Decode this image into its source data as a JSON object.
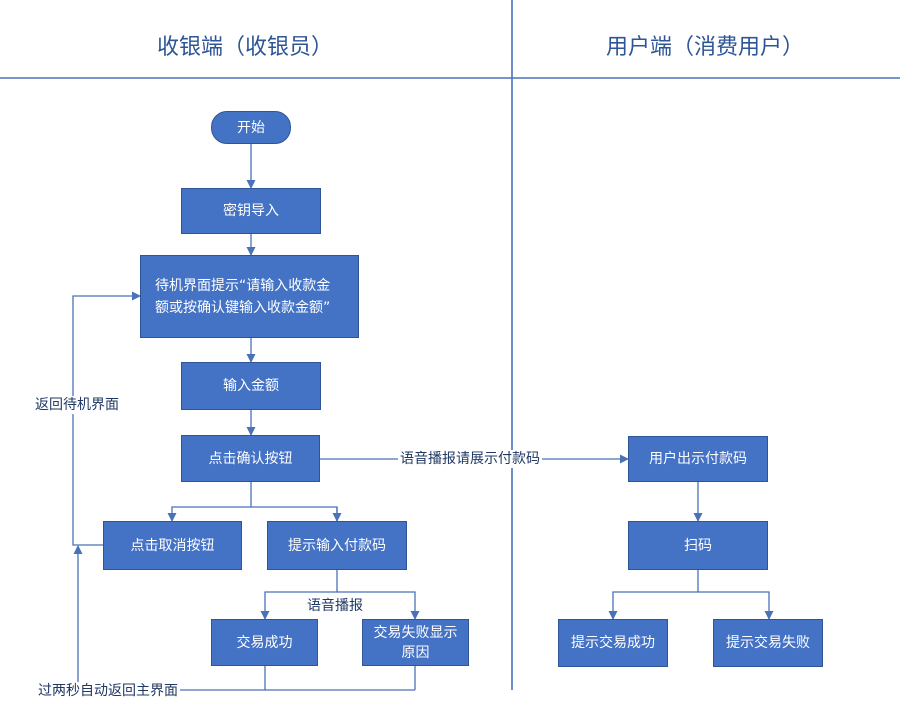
{
  "lanes": {
    "cashier": "收银端（收银员）",
    "user": "用户端（消费用户）"
  },
  "nodes": {
    "start": "开始",
    "key_import": "密钥导入",
    "standby_line1": "待机界面提示“请输入收款金",
    "standby_line2": "额或按确认键输入收款金额”",
    "input_amount": "输入金额",
    "click_confirm": "点击确认按钮",
    "click_cancel": "点击取消按钮",
    "prompt_pay_code": "提示输入付款码",
    "trade_success": "交易成功",
    "trade_fail_line1": "交易失败显示",
    "trade_fail_line2": "原因",
    "user_show_code": "用户出示付款码",
    "scan": "扫码",
    "prompt_success": "提示交易成功",
    "prompt_fail": "提示交易失败"
  },
  "edge_labels": {
    "voice_show_code": "语音播报请展示付款码",
    "voice_broadcast": "语音播报",
    "back_standby": "返回待机界面",
    "auto_return": "过两秒自动返回主界面"
  },
  "colors": {
    "box_fill": "#4472c4",
    "line": "#4a72b8",
    "title": "#2e5597"
  }
}
